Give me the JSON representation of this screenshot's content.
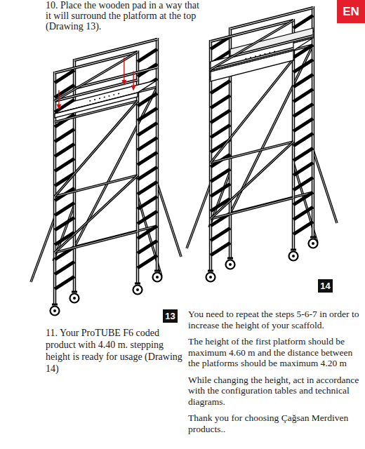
{
  "diagram": {
    "nodes": [
      {
        "text": [
          "EN"
        ]
      },
      {
        "text": [
          "13"
        ]
      },
      {
        "text": [
          "14"
        ]
      }
    ],
    "labels": [
      "10. Place the wooden pad in a way that it will surround the platform at the top (Drawing 13).",
      "11. Your ProTUBE F6 coded product with 4.40 m. stepping height is ready for usage (Drawing 14)",
      "You need to repeat the steps 5-6-7 in order to increase the height of your scaffold.",
      "The height of the first platform should be maximum 4.60 m and the distance between the platforms should be maximum 4.20 m",
      "While changing the height, act in accordance with the configuration tables and technical diagrams.",
      "Thank you for choosing Çağsan Merdiven products.."
    ]
  }
}
